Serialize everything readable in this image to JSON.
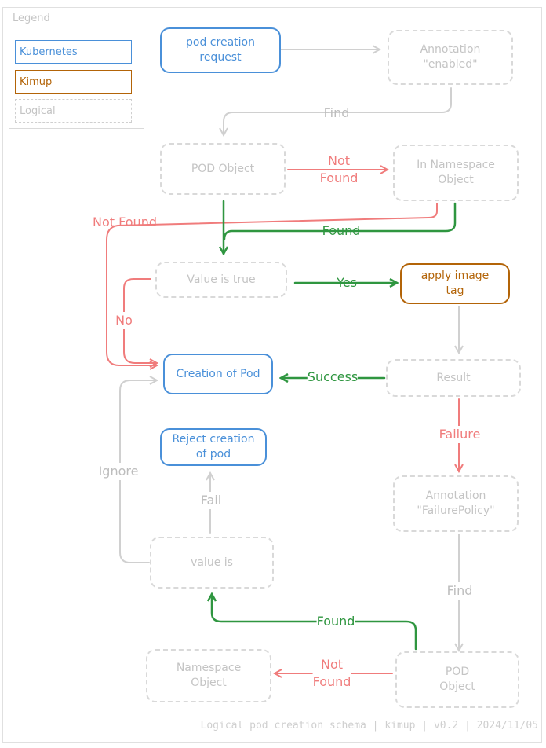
{
  "legend": {
    "title": "Legend",
    "items": [
      {
        "label": "Kubernetes",
        "color": "#4a90d9"
      },
      {
        "label": "Kimup",
        "color": "#b36408"
      },
      {
        "label": "Logical",
        "color": "#c4c4c4"
      }
    ]
  },
  "nodes": {
    "pod_creation_request": "pod creation\nrequest",
    "annotation_enabled": "Annotation\n\"enabled\"",
    "pod_object_top": "POD Object",
    "in_namespace_object": "In Namespace\nObject",
    "value_is_true": "Value is true",
    "apply_image_tag": "apply image\ntag",
    "creation_of_pod": "Creation of Pod",
    "result": "Result",
    "reject_creation": "Reject creation\nof pod",
    "annotation_failure_policy": "Annotation\n\"FailurePolicy\"",
    "value_is": "value is",
    "namespace_object": "Namespace\nObject",
    "pod_object_bottom": "POD\nObject"
  },
  "edge_labels": {
    "find_top": "Find",
    "not_found_top": "Not\nFound",
    "not_found_left": "Not Found",
    "found_top": "Found",
    "yes": "Yes",
    "no": "No",
    "success": "Success",
    "failure": "Failure",
    "ignore": "Ignore",
    "fail": "Fail",
    "find_bottom": "Find",
    "found_bottom": "Found",
    "not_found_bottom": "Not\nFound"
  },
  "colors": {
    "kubernetes": "#4a90d9",
    "kimup": "#b36408",
    "logical": "#d0d0d0",
    "success_path": "#2f9640",
    "failure_path": "#f07c7c"
  },
  "footer": "Logical pod creation schema | kimup | v0.2 | 2024/11/05"
}
